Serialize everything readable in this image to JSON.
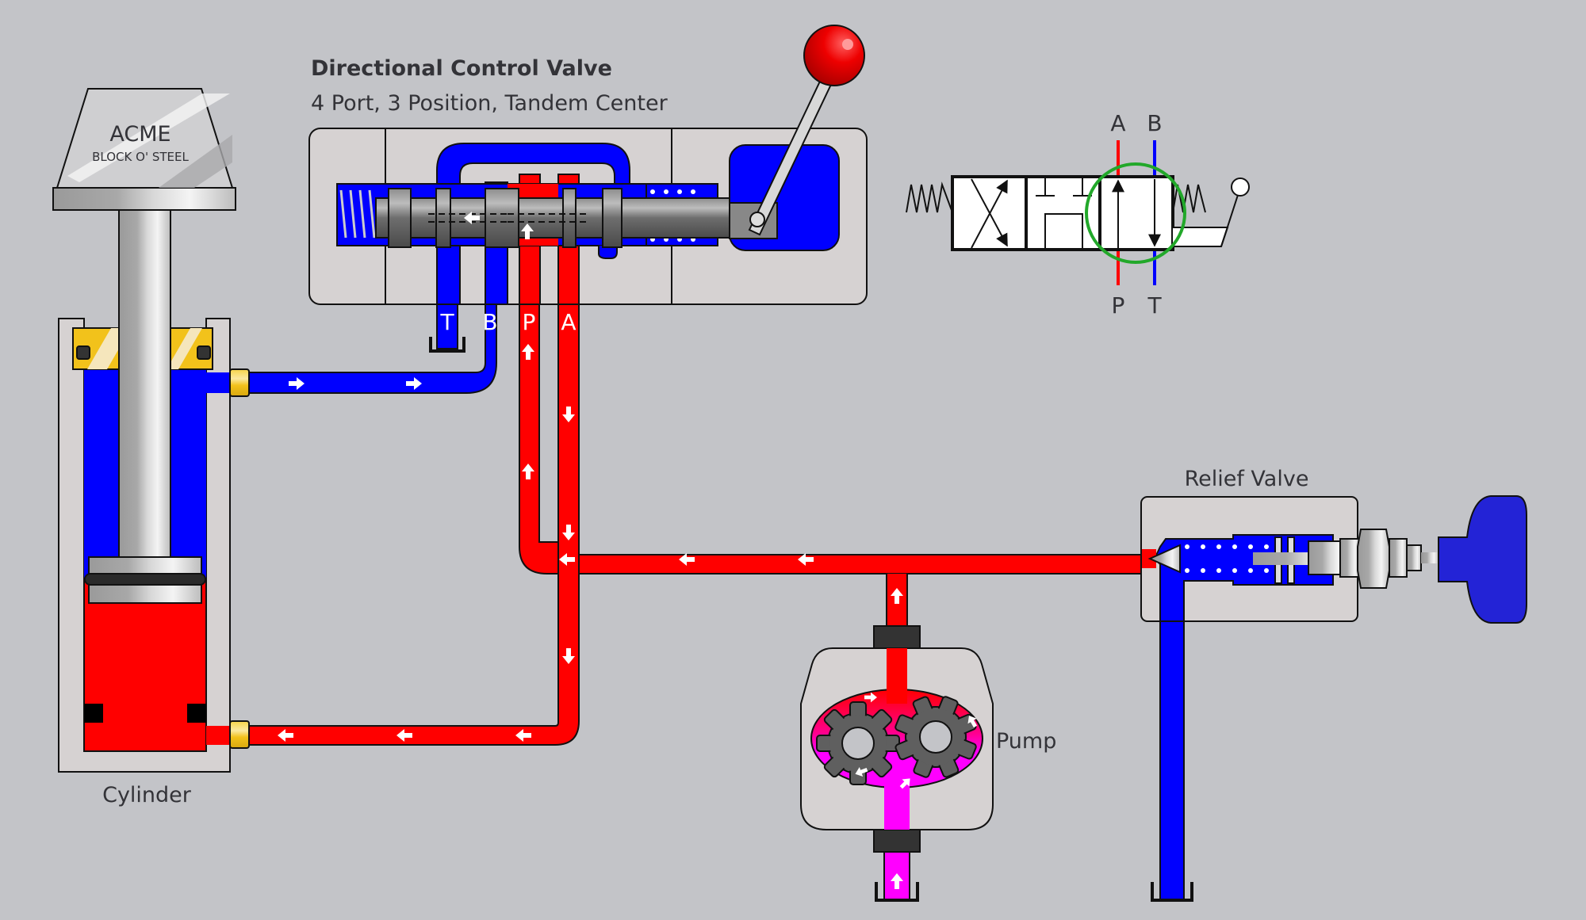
{
  "colors": {
    "background": "#c3c4c8",
    "pressure": "#ff0000",
    "return": "#0000ff",
    "suction": "#ff00ff",
    "body": "#d6d2d2",
    "highlight_ring": "#22a82a",
    "brass": "#f2c21b",
    "knob_red": "#ee0000",
    "knob_blue": "#2323d6"
  },
  "directional_valve": {
    "title": "Directional Control Valve",
    "subtitle": "4 Port, 3 Position, Tandem Center",
    "ports": [
      "T",
      "B",
      "P",
      "A"
    ]
  },
  "symbol": {
    "top_ports": [
      "A",
      "B"
    ],
    "bottom_ports": [
      "P",
      "T"
    ],
    "active_position": "right"
  },
  "cylinder": {
    "label": "Cylinder",
    "load_brand": "ACME",
    "load_caption": "BLOCK O' STEEL"
  },
  "pump": {
    "label": "Pump"
  },
  "relief_valve": {
    "label": "Relief Valve"
  }
}
